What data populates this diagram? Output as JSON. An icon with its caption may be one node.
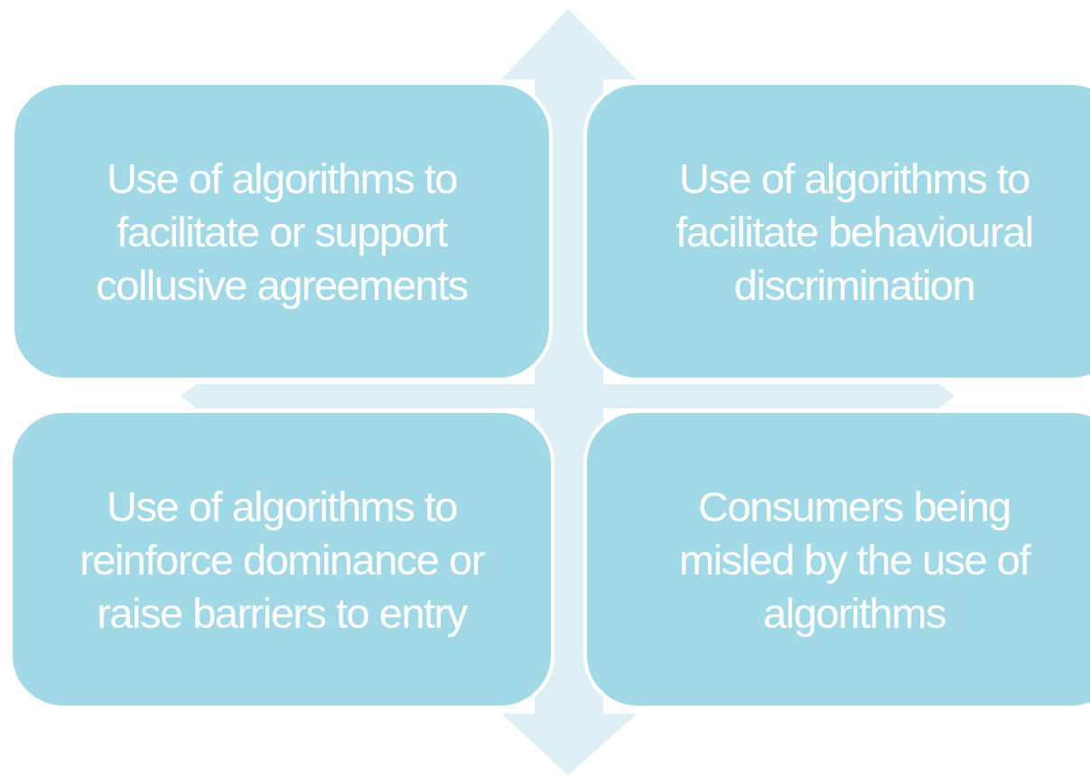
{
  "diagram": {
    "nodes": [
      {
        "text": [
          "Use of algorithms to facilitate or support collusive agreements"
        ]
      },
      {
        "text": [
          "Use of algorithms to facilitate behavioural discrimination"
        ]
      },
      {
        "text": [
          "Use of algorithms to reinforce dominance or raise barriers to entry"
        ]
      },
      {
        "text": [
          "Consumers being misled by the use of algorithms"
        ]
      }
    ]
  }
}
